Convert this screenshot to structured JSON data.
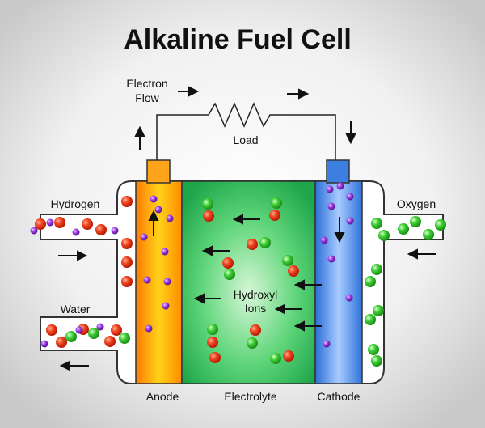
{
  "title": "Alkaline Fuel Cell",
  "labels": {
    "electron_flow_line1": "Electron",
    "electron_flow_line2": "Flow",
    "load": "Load",
    "hydrogen": "Hydrogen",
    "oxygen": "Oxygen",
    "water": "Water",
    "hydroxyl_line1": "Hydroxyl",
    "hydroxyl_line2": "Ions",
    "anode": "Anode",
    "electrolyte": "Electrolyte",
    "cathode": "Cathode"
  },
  "colors": {
    "anode": "#ff9d00",
    "electrolyte": "#2fc25a",
    "cathode": "#3a7de0",
    "hydrogen_atom": "#e8381b",
    "oxygen_atom": "#3cc83c",
    "electron": "#8a2be2"
  }
}
